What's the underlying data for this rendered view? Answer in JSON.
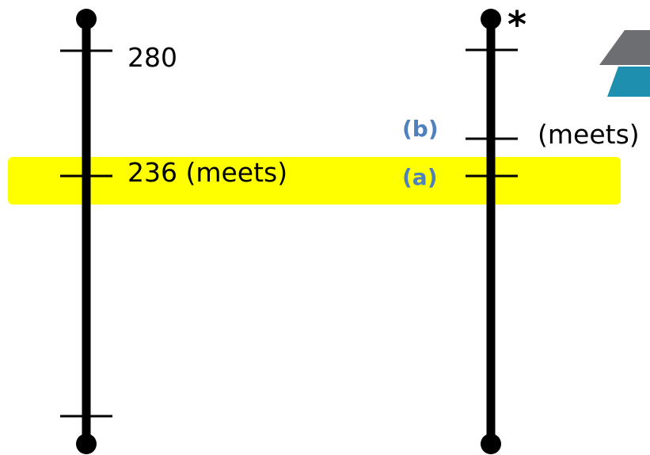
{
  "left_scale": {
    "ticks": [
      {
        "label": "280"
      },
      {
        "label": "236 (meets)"
      },
      {
        "label": ""
      }
    ]
  },
  "right_scale": {
    "marker": "*",
    "ticks": [
      {
        "label": ""
      },
      {
        "label": "(meets)",
        "marker": "(b)"
      },
      {
        "label": "",
        "marker": "(a)"
      }
    ]
  },
  "colors": {
    "line": "#000000",
    "highlight": "#ffff00",
    "marker_text": "#4f81bd",
    "logo_gray": "#6d6e71",
    "logo_teal": "#1e8fae"
  },
  "logo": {
    "icon": "triangle-logo-icon"
  }
}
